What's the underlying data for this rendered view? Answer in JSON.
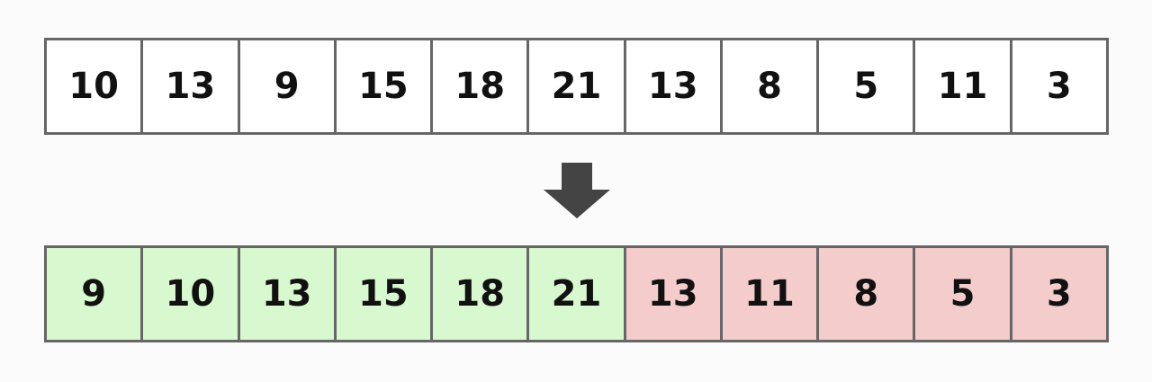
{
  "original_array": [
    10,
    13,
    9,
    15,
    18,
    21,
    13,
    8,
    5,
    11,
    3
  ],
  "result_array": [
    9,
    10,
    13,
    15,
    18,
    21,
    13,
    11,
    8,
    5,
    3
  ],
  "result_groups": [
    "green",
    "green",
    "green",
    "green",
    "green",
    "green",
    "red",
    "red",
    "red",
    "red",
    "red"
  ],
  "colors": {
    "default_cell": "#ffffff",
    "sorted_ascending_cell": "#d8f8cf",
    "sorted_descending_cell": "#f4cccc",
    "border": "#666666",
    "arrow": "#444444"
  },
  "icons": {
    "arrow": "arrow-down-icon"
  }
}
